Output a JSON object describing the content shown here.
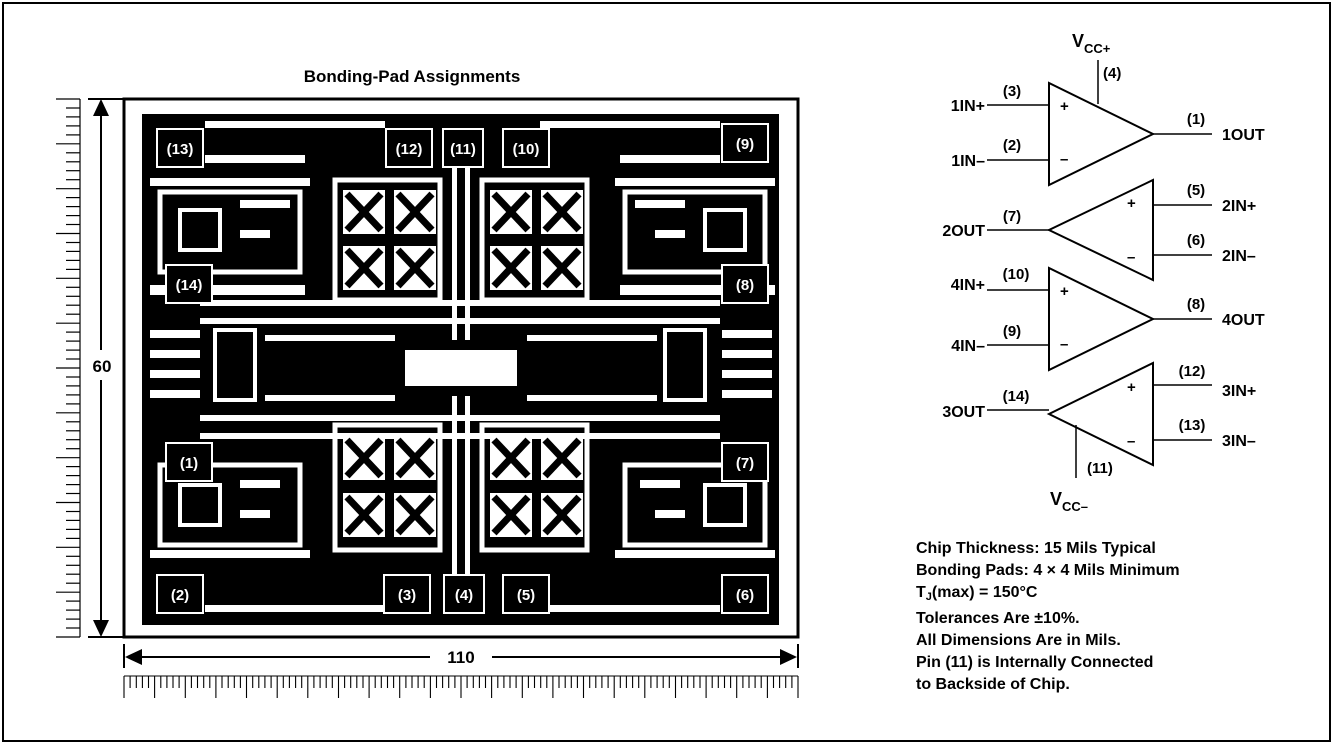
{
  "die": {
    "title": "Bonding-Pad Assignments",
    "height_dimension": "60",
    "width_dimension": "110",
    "pads": [
      {
        "label": "(13)"
      },
      {
        "label": "(12)"
      },
      {
        "label": "(11)"
      },
      {
        "label": "(10)"
      },
      {
        "label": "(9)"
      },
      {
        "label": "(14)"
      },
      {
        "label": "(8)"
      },
      {
        "label": "(1)"
      },
      {
        "label": "(7)"
      },
      {
        "label": "(2)"
      },
      {
        "label": "(3)"
      },
      {
        "label": "(4)"
      },
      {
        "label": "(5)"
      },
      {
        "label": "(6)"
      }
    ]
  },
  "schematic": {
    "vcc_plus": {
      "main": "V",
      "sub": "CC+",
      "pin": "(4)"
    },
    "vcc_minus": {
      "main": "V",
      "sub": "CC–",
      "pin": "(11)"
    },
    "amps": [
      {
        "in_plus": "1IN+",
        "in_plus_pin": "(3)",
        "in_minus": "1IN–",
        "in_minus_pin": "(2)",
        "out": "1OUT",
        "out_pin": "(1)"
      },
      {
        "in_plus": "2IN+",
        "in_plus_pin": "(5)",
        "in_minus": "2IN–",
        "in_minus_pin": "(6)",
        "out": "2OUT",
        "out_pin": "(7)"
      },
      {
        "in_plus": "4IN+",
        "in_plus_pin": "(10)",
        "in_minus": "4IN–",
        "in_minus_pin": "(9)",
        "out": "4OUT",
        "out_pin": "(8)"
      },
      {
        "in_plus": "3IN+",
        "in_plus_pin": "(12)",
        "in_minus": "3IN–",
        "in_minus_pin": "(13)",
        "out": "3OUT",
        "out_pin": "(14)"
      }
    ],
    "plus_sign": "+",
    "minus_sign": "–"
  },
  "notes": {
    "line1": "Chip Thickness: 15 Mils Typical",
    "line2": "Bonding Pads: 4 × 4 Mils Minimum",
    "line3_main": "T",
    "line3_sub": "J",
    "line3_rest": "(max) = 150°C",
    "line4": "Tolerances Are ±10%.",
    "line5": "All Dimensions Are in Mils.",
    "line6": "Pin (11) is Internally Connected",
    "line7": "to Backside of Chip."
  }
}
